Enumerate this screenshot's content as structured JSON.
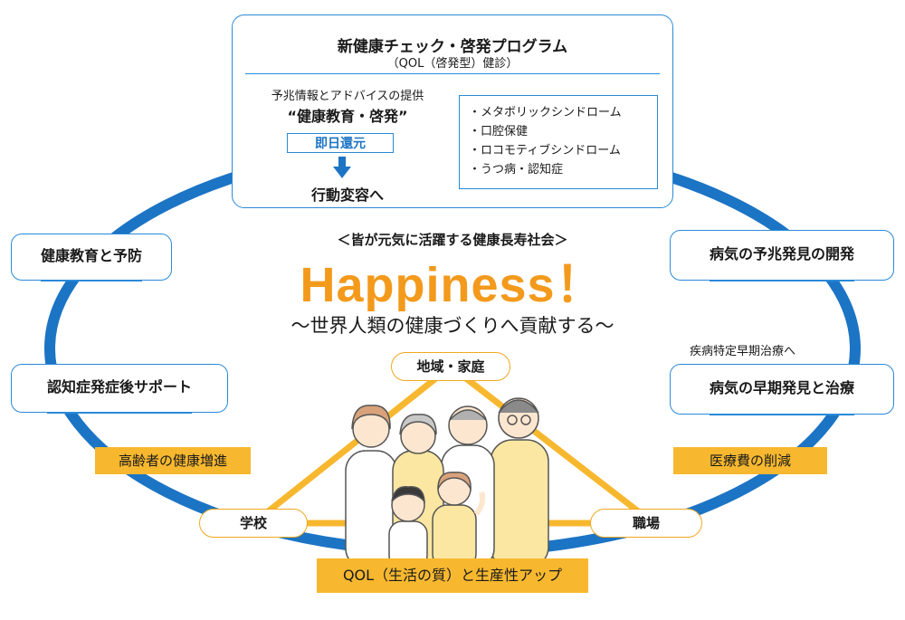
{
  "program": {
    "title": "新健康チェック・啓発プログラム",
    "subtitle": "（QOL（啓発型）健診）",
    "info_line": "予兆情報とアドバイスの提供",
    "education": "“健康教育・啓発”",
    "same_day": "即日還元",
    "behavior": "行動変容へ",
    "conditions": [
      "・メタボリックシンドローム",
      "・口腔保健",
      "・ロコモティブシンドローム",
      "・うつ病・認知症"
    ]
  },
  "center": {
    "society": "＜皆が元気に活躍する健康長寿社会＞",
    "title": "Happiness！",
    "tagline": "～世界人類の健康づくりへ貢献する～"
  },
  "left": {
    "education_prevention": "健康教育と予防",
    "dementia_support": "認知症発症後サポート",
    "elderly_health": "高齢者の健康増進"
  },
  "right": {
    "early_detection_dev": "病気の予兆発見の開発",
    "specific_note": "疾病特定早期治療へ",
    "early_treatment": "病気の早期発見と治療",
    "medical_cost": "医療費の削減"
  },
  "nodes": {
    "community": "地域・家庭",
    "school": "学校",
    "workplace": "職場"
  },
  "bottom": {
    "qol": "QOL（生活の質）と生産性アップ"
  },
  "colors": {
    "ring_blue": "#1c74c4",
    "accent_orange": "#f39a1c",
    "highlight_yellow": "#f7b82f"
  }
}
